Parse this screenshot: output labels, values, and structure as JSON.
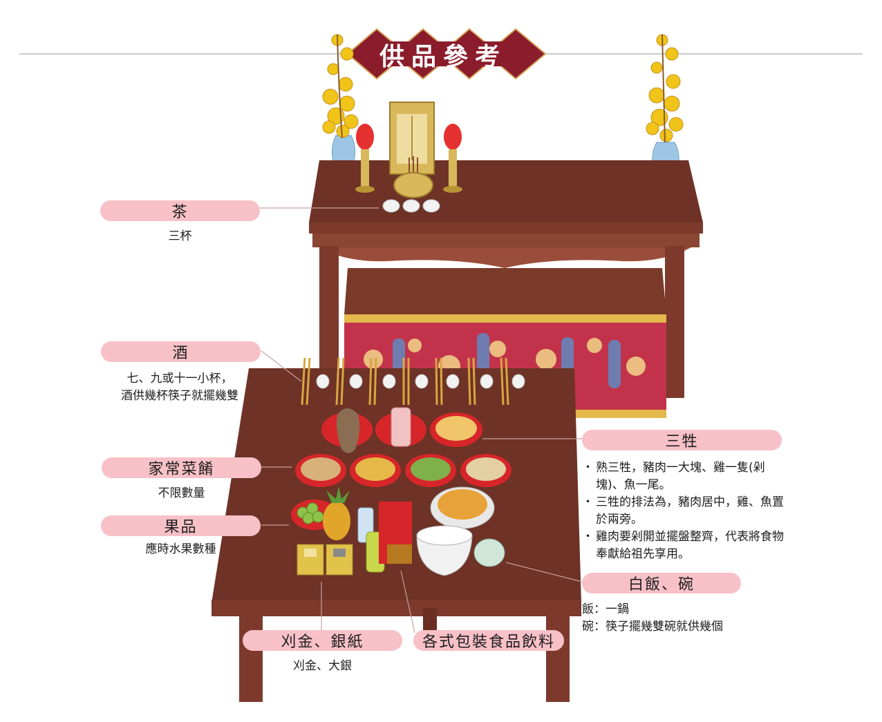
{
  "title": "供品參考",
  "labels": {
    "tea": {
      "name": "茶",
      "desc": "三杯"
    },
    "wine": {
      "name": "酒",
      "desc_lines": [
        "七、九或十一小杯，",
        "酒供幾杯筷子就擺幾雙"
      ]
    },
    "dishes": {
      "name": "家常菜餚",
      "desc": "不限數量"
    },
    "fruit": {
      "name": "果品",
      "desc": "應時水果數種"
    },
    "paper": {
      "name": "刈金、銀紙",
      "desc": "刈金、大銀"
    },
    "packaged": {
      "name": "各式包裝食品飲料"
    },
    "sacrifice": {
      "name": "三牲",
      "bullets": [
        "熟三牲，豬肉一大塊、雞一隻(剁塊)、魚一尾。",
        "三牲的排法為，豬肉居中，雞、魚置於兩旁。",
        "雞肉要剁開並擺盤整齊，代表將食物奉獻給祖先享用。"
      ]
    },
    "rice": {
      "name": "白飯、碗",
      "desc_lines": [
        "飯：一鍋",
        "碗：筷子擺幾雙碗就供幾個"
      ]
    }
  },
  "colors": {
    "pill": "#f7c1c7",
    "banner": "#8a1c2b",
    "wood": "#6e3226",
    "wood_dark": "#4d1f16",
    "cloth": "#c2334b"
  }
}
